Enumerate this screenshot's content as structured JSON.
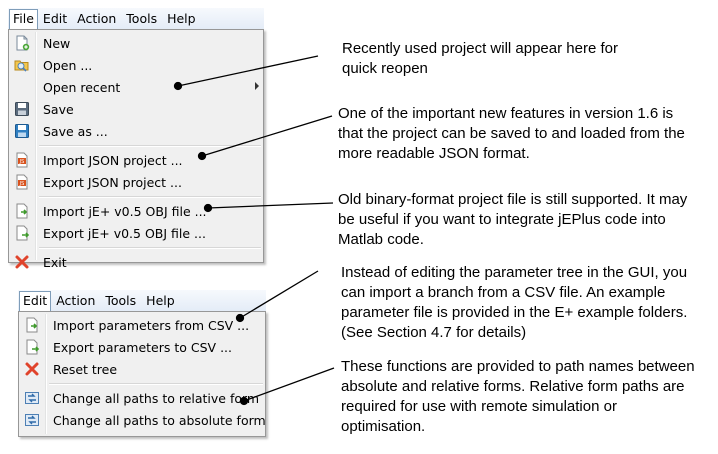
{
  "menu1": {
    "menubar": [
      "File",
      "Edit",
      "Action",
      "Tools",
      "Help"
    ],
    "items": [
      {
        "label": "New",
        "icon": "new-file-icon"
      },
      {
        "label": "Open ...",
        "icon": "open-folder-icon"
      },
      {
        "label": "Open recent",
        "icon": "",
        "submenu": true
      },
      {
        "label": "Save",
        "icon": "save-disk-icon"
      },
      {
        "label": "Save as ...",
        "icon": "save-as-disk-icon"
      },
      {
        "label": "Import JSON project ...",
        "icon": "json-file-icon"
      },
      {
        "label": "Export JSON project ...",
        "icon": "json-file-icon"
      },
      {
        "label": "Import jE+ v0.5 OBJ file ...",
        "icon": "import-file-icon"
      },
      {
        "label": "Export jE+ v0.5 OBJ file ...",
        "icon": "export-file-icon"
      },
      {
        "label": "Exit",
        "icon": "exit-x-icon"
      }
    ]
  },
  "menu2": {
    "menubar": [
      "Edit",
      "Action",
      "Tools",
      "Help"
    ],
    "items": [
      {
        "label": "Import parameters from CSV ...",
        "icon": "import-file-icon"
      },
      {
        "label": "Export parameters to CSV ...",
        "icon": "export-file-icon"
      },
      {
        "label": "Reset tree",
        "icon": "reset-x-icon"
      },
      {
        "label": "Change all paths to relative form",
        "icon": "path-convert-icon"
      },
      {
        "label": "Change all paths to absolute form",
        "icon": "path-convert-icon"
      }
    ]
  },
  "notes": {
    "recent": [
      "Recently used project will appear here for",
      "quick reopen"
    ],
    "json": [
      "One of the important new features in version 1.6 is",
      "that the project can be saved to and loaded from the",
      "more readable JSON format."
    ],
    "binary": [
      "Old binary-format project file is still supported. It may",
      "be useful if you want to integrate jEPlus code into",
      "Matlab code."
    ],
    "csv": [
      "Instead of editing the parameter tree in the GUI, you",
      "can import a branch from a CSV file. An example",
      "parameter file is provided in the E+ example folders.",
      "(See Section 4.7 for details)"
    ],
    "paths": [
      "These functions are provided to path names between",
      "absolute and relative forms. Relative form paths are",
      "required for use with remote simulation or",
      "optimisation."
    ]
  }
}
